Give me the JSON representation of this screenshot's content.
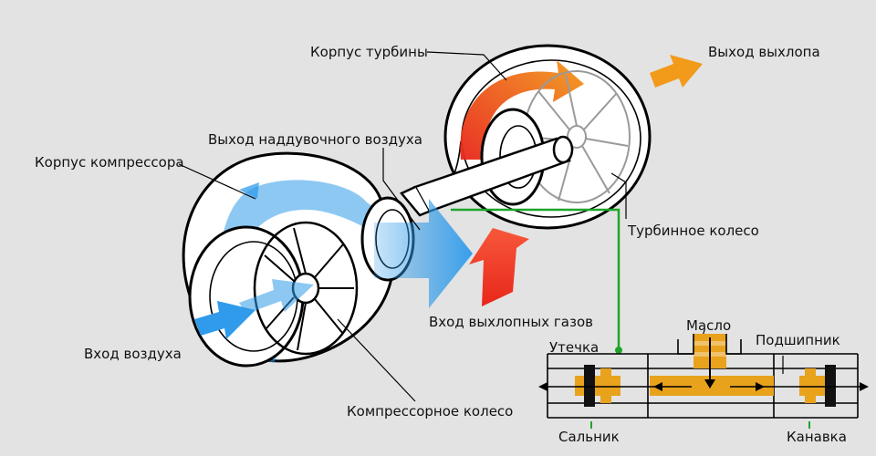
{
  "labels": {
    "turbine_housing": "Корпус турбины",
    "exhaust_out": "Выход выхлопа",
    "boost_air_out": "Выход наддувочного воздуха",
    "compressor_housing": "Корпус компрессора",
    "turbine_wheel": "Турбинное колесо",
    "exhaust_in": "Вход выхлопных газов",
    "air_in": "Вход воздуха",
    "compressor_wheel": "Компрессорное колесо",
    "oil": "Масло",
    "leak": "Утечка",
    "bearing": "Подшипник",
    "seal": "Сальник",
    "groove": "Канавка"
  },
  "colors": {
    "background": "#e3e3e3",
    "air_blue": "#2f9bea",
    "exhaust_red": "#e8261b",
    "exhaust_orange": "#f29a1a",
    "oil_orange": "#e8a21c",
    "callout_green": "#1ea52a"
  }
}
